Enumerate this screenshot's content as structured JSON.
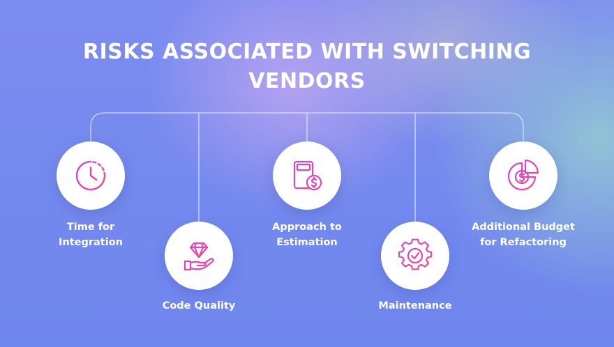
{
  "title": "RISKS ASSOCIATED WITH SWITCHING VENDORS",
  "items": [
    {
      "label_line1": "Time for",
      "label_line2": "Integration",
      "icon": "clock-icon"
    },
    {
      "label_line1": "Code Quality",
      "label_line2": "",
      "icon": "diamond-hand-icon"
    },
    {
      "label_line1": "Approach to",
      "label_line2": "Estimation",
      "icon": "calculator-dollar-icon"
    },
    {
      "label_line1": "Maintenance",
      "label_line2": "",
      "icon": "gear-check-icon"
    },
    {
      "label_line1": "Additional Budget",
      "label_line2": "for Refactoring",
      "icon": "pie-chart-dollar-icon"
    }
  ],
  "colors": {
    "icon_gradient_start": "#c84bd8",
    "icon_gradient_end": "#ff3f8e",
    "connector": "#e6e9ff"
  }
}
